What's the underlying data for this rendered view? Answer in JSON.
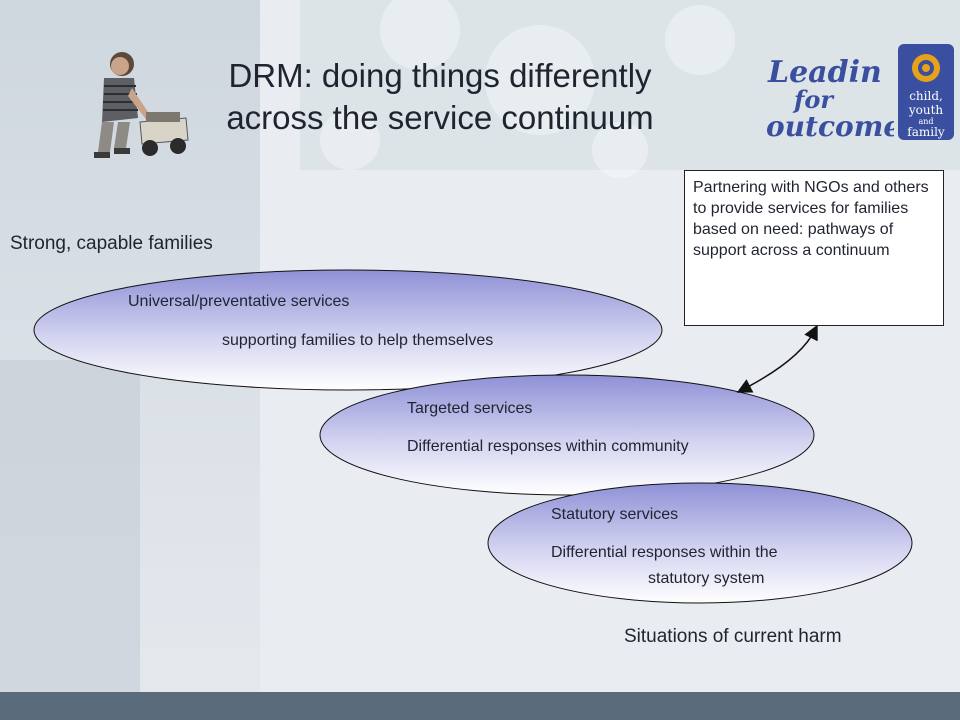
{
  "title": {
    "line1": "DRM: doing things differently",
    "line2": "across the service continuum"
  },
  "labels": {
    "top": "Strong, capable families",
    "bottom": "Situations of current harm"
  },
  "ellipses": [
    {
      "heading": "Universal/preventative services",
      "detail": "supporting families to help themselves"
    },
    {
      "heading": "Targeted services",
      "detail": "Differential responses within community"
    },
    {
      "heading": "Statutory services",
      "detail_line1": "Differential responses within the",
      "detail_line2": "statutory system"
    }
  ],
  "callout": {
    "text": "Partnering with NGOs and others to provide services for families based on need: pathways of support across a continuum"
  },
  "logos": {
    "leading": "Leading for Outcomes",
    "cyf_line1": "child,",
    "cyf_line2": "youth",
    "cyf_line3": "and",
    "cyf_line4": "family"
  },
  "colors": {
    "ellipse_top": "#ffffff",
    "ellipse_bottom": "#8f90d6",
    "bottom_bar": "#5a6c7b",
    "logo_blue": "#3a4f9f"
  }
}
